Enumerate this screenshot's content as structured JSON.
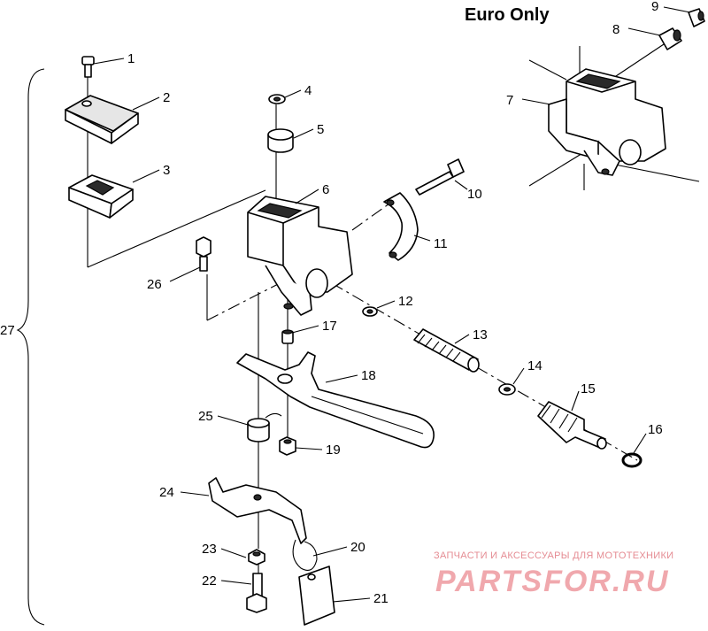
{
  "title": "Euro Only",
  "callouts": [
    "1",
    "2",
    "3",
    "4",
    "5",
    "6",
    "7",
    "8",
    "9",
    "10",
    "11",
    "12",
    "13",
    "14",
    "15",
    "16",
    "17",
    "18",
    "19",
    "20",
    "21",
    "22",
    "23",
    "24",
    "25",
    "26",
    "27"
  ],
  "watermark": {
    "tagline": "ЗАПЧАСТИ И АКСЕССУАРЫ ДЛЯ МОТОТЕХНИКИ",
    "brand": "PARTSFOR.RU",
    "color": "#e8888f"
  }
}
